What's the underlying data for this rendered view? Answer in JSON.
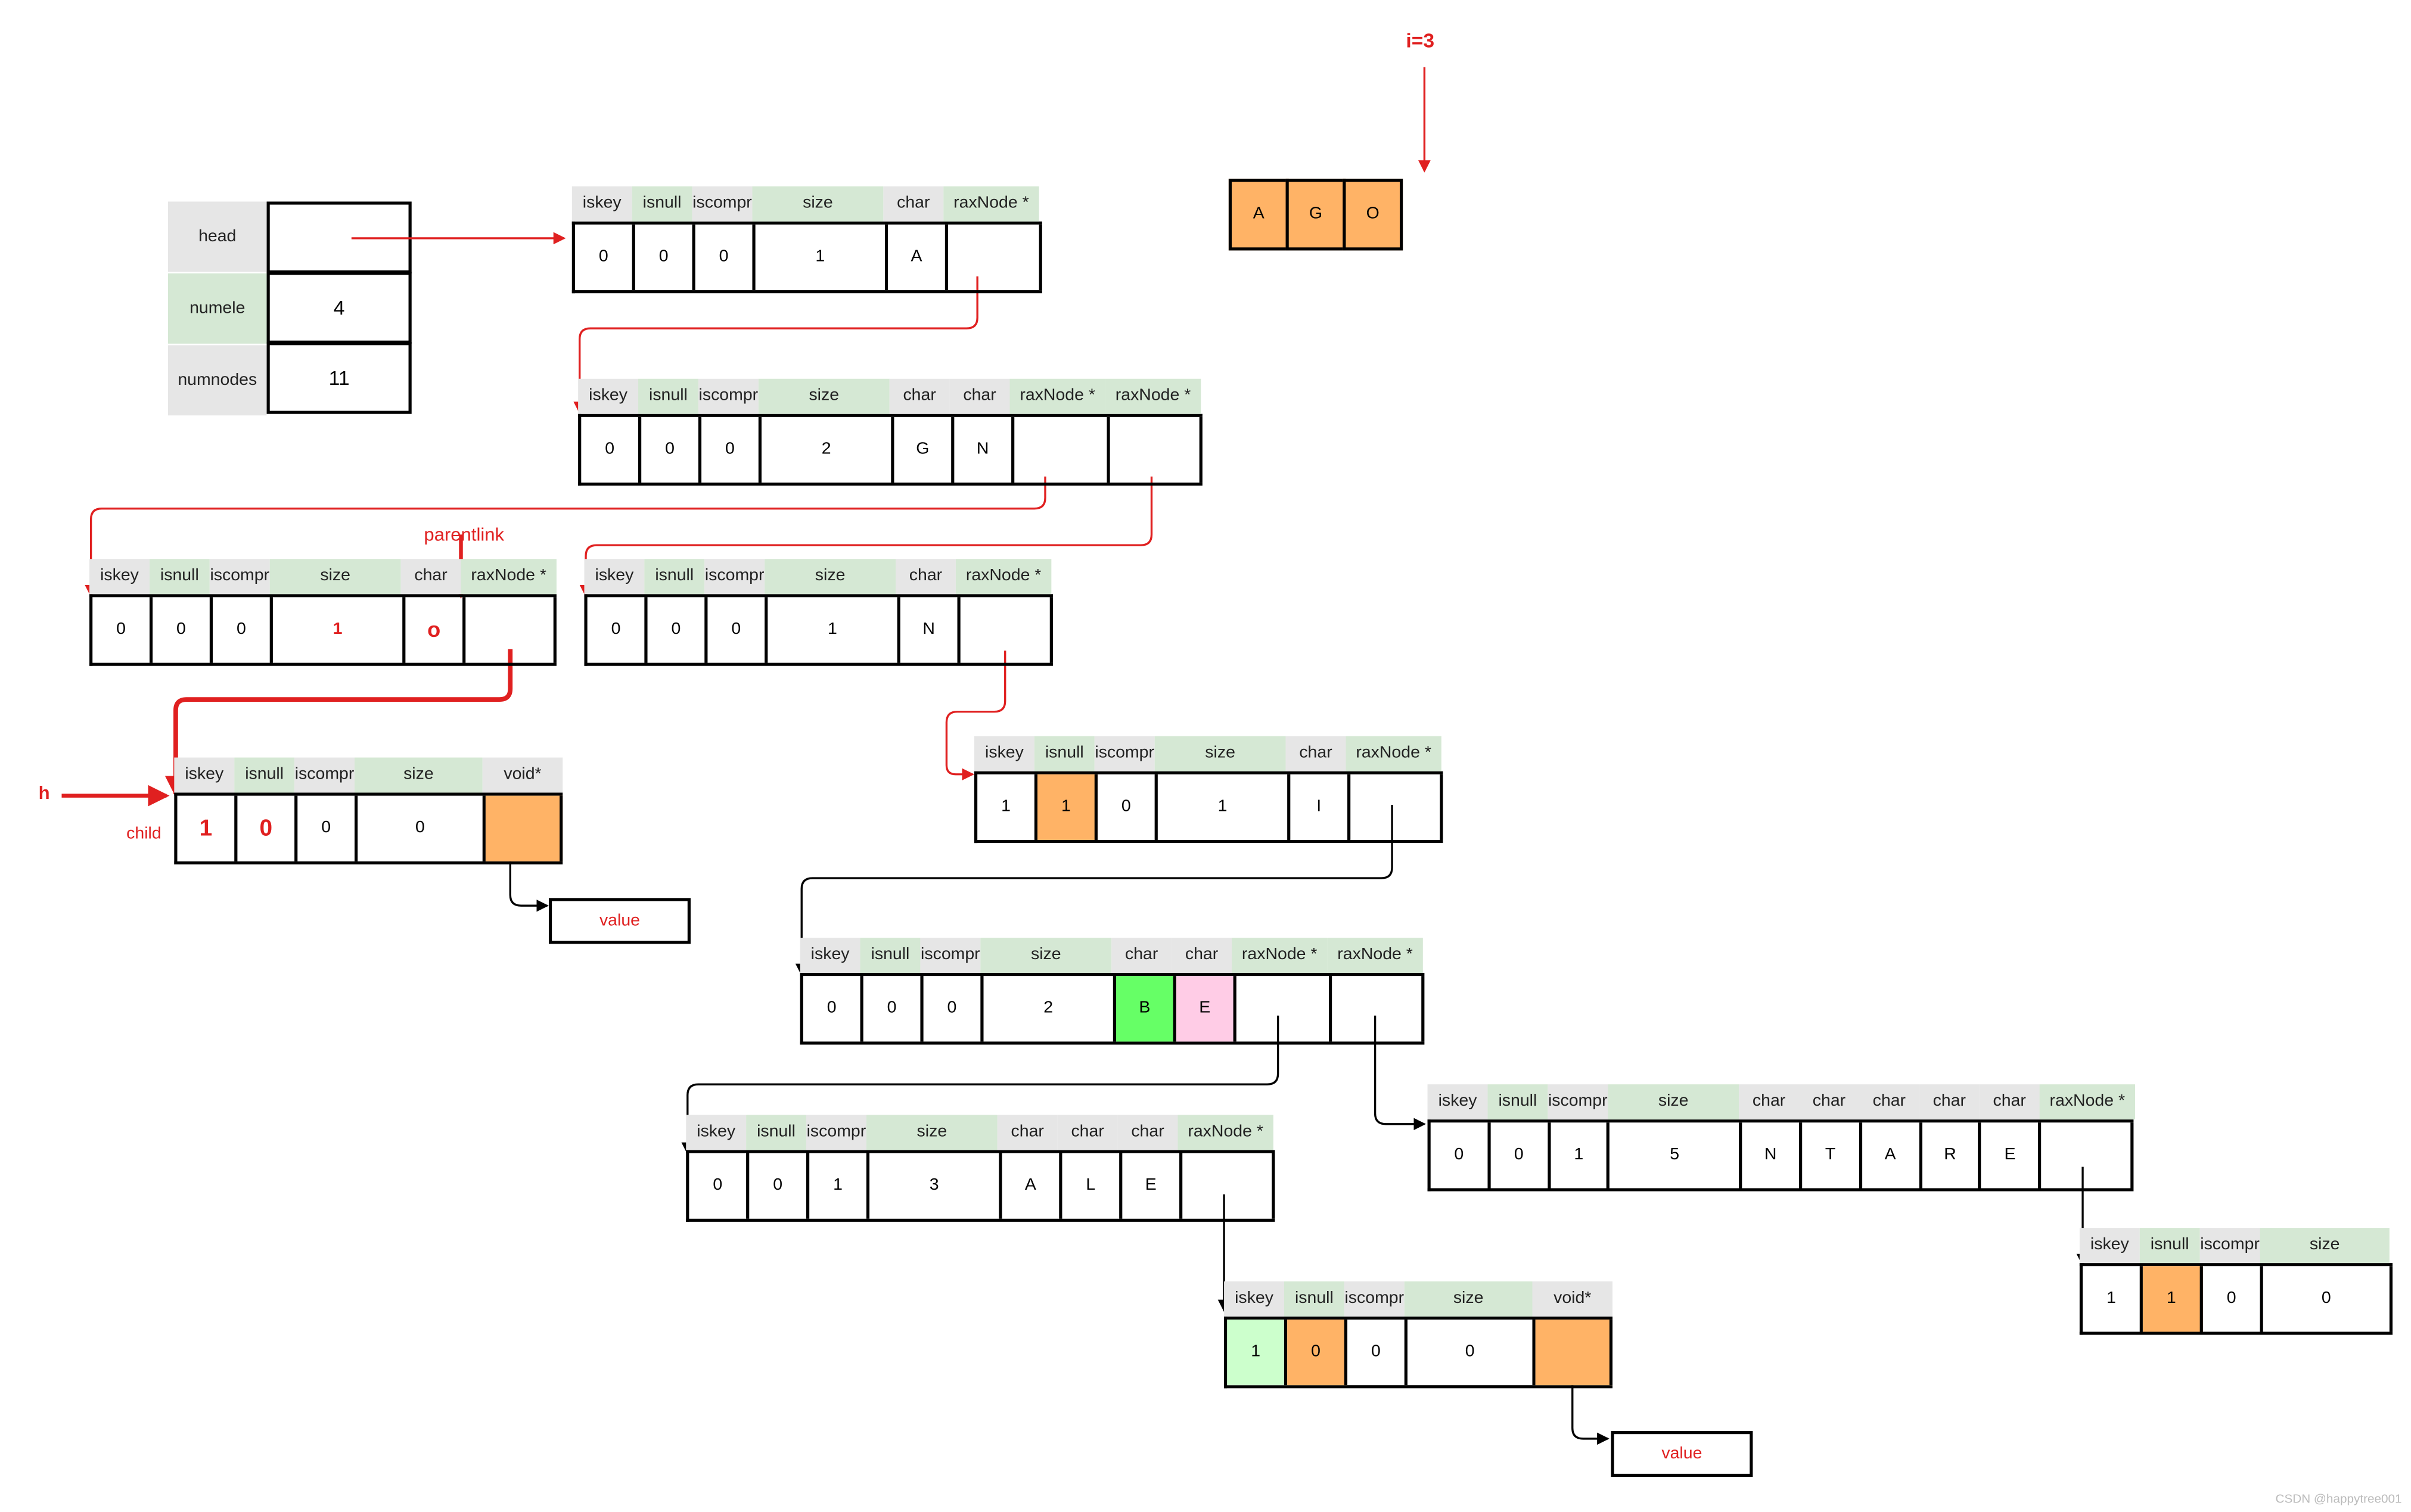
{
  "rax": {
    "labels": [
      "head",
      "numele",
      "numnodes"
    ],
    "numele": "4",
    "numnodes": "11"
  },
  "insert_key": {
    "index_label": "i=3",
    "chars": [
      "A",
      "G",
      "O"
    ]
  },
  "annotations": {
    "parentlink": "parentlink",
    "h": "h",
    "child": "child",
    "value_a": "value",
    "value_b": "value"
  },
  "watermark": "CSDN @happytree001",
  "colors": {
    "red": "#e02020",
    "orange_fill": "#ffb366",
    "green_fill": "#66ff66",
    "pink_fill": "#ffcce6",
    "light_green_fill": "#ccffcc",
    "header_grey": "#e6e6e6",
    "header_green": "#d5e8d4"
  },
  "nodes": [
    {
      "id": "root",
      "headers": [
        "iskey",
        "isnull",
        "iscompr",
        "size",
        "char",
        "raxNode *"
      ],
      "values": [
        "0",
        "0",
        "0",
        "1",
        "A",
        ""
      ]
    },
    {
      "id": "node-A",
      "headers": [
        "iskey",
        "isnull",
        "iscompr",
        "size",
        "char",
        "char",
        "raxNode *",
        "raxNode *"
      ],
      "values": [
        "0",
        "0",
        "0",
        "2",
        "G",
        "N",
        "",
        ""
      ]
    },
    {
      "id": "node-AG",
      "headers": [
        "iskey",
        "isnull",
        "iscompr",
        "size",
        "char",
        "raxNode *"
      ],
      "values": [
        "0",
        "0",
        "0",
        "1",
        "o",
        ""
      ]
    },
    {
      "id": "node-AN",
      "headers": [
        "iskey",
        "isnull",
        "iscompr",
        "size",
        "char",
        "raxNode *"
      ],
      "values": [
        "0",
        "0",
        "0",
        "1",
        "N",
        ""
      ]
    },
    {
      "id": "node-AGO",
      "headers": [
        "iskey",
        "isnull",
        "iscompr",
        "size",
        "void*"
      ],
      "values": [
        "1",
        "0",
        "0",
        "0",
        ""
      ]
    },
    {
      "id": "node-ANN",
      "headers": [
        "iskey",
        "isnull",
        "iscompr",
        "size",
        "char",
        "raxNode *"
      ],
      "values": [
        "1",
        "1",
        "0",
        "1",
        "I",
        ""
      ]
    },
    {
      "id": "node-ANNI",
      "headers": [
        "iskey",
        "isnull",
        "iscompr",
        "size",
        "char",
        "char",
        "raxNode *",
        "raxNode *"
      ],
      "values": [
        "0",
        "0",
        "0",
        "2",
        "B",
        "E",
        "",
        ""
      ]
    },
    {
      "id": "node-ANNIB",
      "headers": [
        "iskey",
        "isnull",
        "iscompr",
        "size",
        "char",
        "char",
        "char",
        "raxNode *"
      ],
      "values": [
        "0",
        "0",
        "1",
        "3",
        "A",
        "L",
        "E",
        ""
      ]
    },
    {
      "id": "node-ANNIE",
      "headers": [
        "iskey",
        "isnull",
        "iscompr",
        "size",
        "char",
        "char",
        "char",
        "char",
        "char",
        "raxNode *"
      ],
      "values": [
        "0",
        "0",
        "1",
        "5",
        "N",
        "T",
        "A",
        "R",
        "E",
        ""
      ]
    },
    {
      "id": "node-ANNIBALE",
      "headers": [
        "iskey",
        "isnull",
        "iscompr",
        "size",
        "void*"
      ],
      "values": [
        "1",
        "0",
        "0",
        "0",
        ""
      ]
    },
    {
      "id": "node-ANNIENTARE",
      "headers": [
        "iskey",
        "isnull",
        "iscompr",
        "size"
      ],
      "values": [
        "1",
        "1",
        "0",
        "0"
      ]
    }
  ]
}
